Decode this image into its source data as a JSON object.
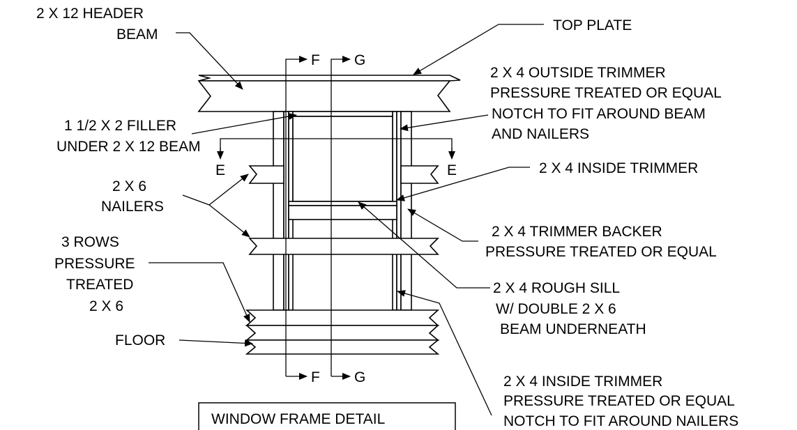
{
  "labels": {
    "header_beam": [
      "2 X 12 HEADER",
      "BEAM"
    ],
    "top_plate": "TOP PLATE",
    "outside_trimmer": [
      "2 X 4 OUTSIDE TRIMMER",
      "PRESSURE TREATED OR EQUAL",
      "NOTCH TO FIT AROUND BEAM",
      "AND NAILERS"
    ],
    "filler": [
      "1 1/2 X 2 FILLER",
      "UNDER 2 X 12 BEAM"
    ],
    "inside_trimmer_top": "2 X 4 INSIDE TRIMMER",
    "nailers": [
      "2 X 6",
      "NAILERS"
    ],
    "trimmer_backer": [
      "2 X 4 TRIMMER BACKER",
      "PRESSURE TREATED OR EQUAL"
    ],
    "rows_treated": [
      "3 ROWS",
      "PRESSURE",
      "TREATED",
      "2 X 6"
    ],
    "rough_sill": [
      "2 X 4 ROUGH SILL",
      "W/ DOUBLE 2 X 6",
      "BEAM UNDERNEATH"
    ],
    "floor": "FLOOR",
    "inside_trimmer_bottom": [
      "2 X 4 INSIDE TRIMMER",
      "PRESSURE TREATED OR EQUAL",
      "NOTCH TO FIT AROUND NAILERS"
    ]
  },
  "section_markers": {
    "f": "F",
    "g": "G",
    "e": "E"
  },
  "title": "WINDOW FRAME DETAIL"
}
